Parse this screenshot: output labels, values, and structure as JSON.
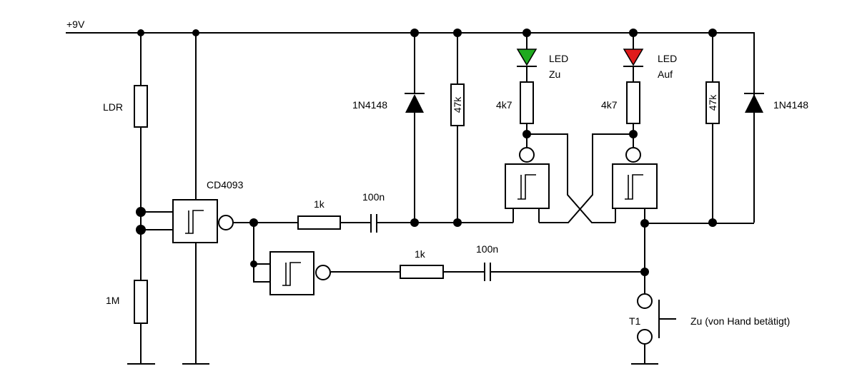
{
  "labels": {
    "supply": "+9V",
    "ldr": "LDR",
    "r_1m": "1M",
    "ic": "CD4093",
    "r_1k_top": "1k",
    "c_100n_top": "100n",
    "r_1k_bottom": "1k",
    "c_100n_bottom": "100n",
    "diode_left": "1N4148",
    "diode_right": "1N4148",
    "r_47k_left": "47k",
    "r_47k_right": "47k",
    "r_4k7_left": "4k7",
    "r_4k7_right": "4k7",
    "led_green_line1": "LED",
    "led_green_line2": "Zu",
    "led_red_line1": "LED",
    "led_red_line2": "Auf",
    "button": "T1",
    "button_note": "Zu (von Hand betätigt)"
  },
  "colors": {
    "led_green": "#1faa1f",
    "led_red": "#e01b1b",
    "wire": "#000000",
    "background": "#ffffff"
  }
}
